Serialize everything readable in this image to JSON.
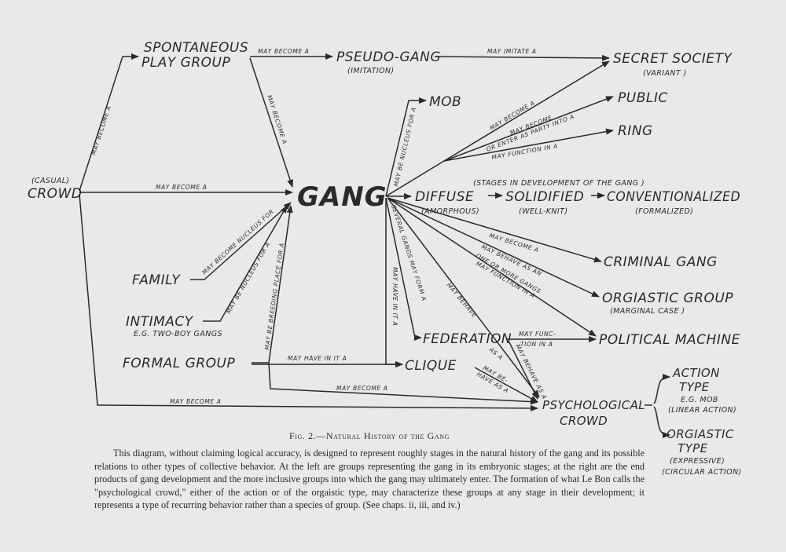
{
  "nodes": {
    "casual": "(CASUAL)",
    "crowd": "CROWD",
    "spont1": "SPONTANEOUS",
    "spont2": "PLAY GROUP",
    "pseudo": "PSEUDO-GANG",
    "imitation": "(IMITATION)",
    "secret": "SECRET SOCIETY",
    "variant": "(VARIANT )",
    "mob": "MOB",
    "public": "PUBLIC",
    "ring": "RING",
    "gang": "GANG",
    "stages": "(STAGES  IN  DEVELOPMENT  OF  THE  GANG )",
    "diffuse": "DIFFUSE",
    "amorphous": "(AMORPHOUS)",
    "solidified": "SOLIDIFIED",
    "wellknit": "(WELL-KNIT)",
    "conventionalized": "CONVENTIONALIZED",
    "formalized": "(FORMALIZED)",
    "family": "FAMILY",
    "intimacy": "INTIMACY",
    "twoboy": "E.G. TWO-BOY GANGS",
    "formal": "FORMAL GROUP",
    "criminal": "CRIMINAL GANG",
    "orgiastic_group": "ORGIASTIC  GROUP",
    "marginal": "(MARGINAL CASE )",
    "federation": "FEDERATION",
    "political": "POLITICAL MACHINE",
    "clique": "CLIQUE",
    "psych1": "PSYCHOLOGICAL",
    "psych2": "CROWD",
    "action1": "ACTION",
    "action2": "TYPE",
    "eg_mob": "E.G. MOB",
    "linear": "(LINEAR ACTION)",
    "orgiastic1": "ORGIASTIC",
    "orgiastic2": "TYPE",
    "expressive": "(EXPRESSIVE)",
    "circular": "(CIRCULAR ACTION)"
  },
  "edges": {
    "crowd_spont": "MAY BECOME A",
    "crowd_gang": "MAY BECOME A",
    "spont_pseudo": "MAY BECOME A",
    "spont_gang": "MAY BECOME A",
    "pseudo_secret": "MAY IMITATE A",
    "gang_mob": "MAY BE NUCLEUS FOR A",
    "become_secret": "MAY BECOME A",
    "public1": "MAY BECOME",
    "public2": "OR ENTER AS PARTY INTO A",
    "ring": "MAY FUNCTION IN A",
    "family": "MAY BECOME NUCLEUS FOR",
    "intimacy": "MAY BE NUCLEUS FOR A",
    "formal_gang": "MAY BE BREEDING PLACE FOR A",
    "several": "SEVERAL GANGS MAY FORM A",
    "have_in_it": "MAY HAVE IN IT A",
    "criminal": "MAY BECOME A",
    "behave": "MAY BEHAVE AS AN",
    "one_or_more1": "ONE OR MORE GANGS",
    "one_or_more2": "MAY FUNCTION IN A",
    "may_behave": "MAY BEHAVE",
    "func1": "MAY FUNC-",
    "func2": "TION IN A",
    "fed_psych": "MAY BEHAVE AS A",
    "formal_clique": "MAY HAVE IN IT A",
    "clique_a": "AS A",
    "clique_psych1": "MAY BE-",
    "clique_psych2": "HAVE AS A",
    "formal_psych": "MAY BECOME A",
    "crowd_psych": "MAY BECOME A"
  },
  "caption": {
    "title": "Fig. 2.—Natural History of the Gang",
    "body": "This diagram, without claiming logical accuracy, is designed to represent roughly stages in the natural history of the gang and its possible relations to other types of collective behavior. At the left are groups representing the gang in its embryonic stages; at the right are the end products of gang development and the more inclusive groups into which the gang may ultimately enter. The formation of what Le Bon calls the \"psychological crowd,\" either of the action or of the orgaistic type, may characterize these groups at any stage in their development; it represents a type of recurring behavior rather than a species of group. (See chaps. ii, iii, and iv.)"
  }
}
